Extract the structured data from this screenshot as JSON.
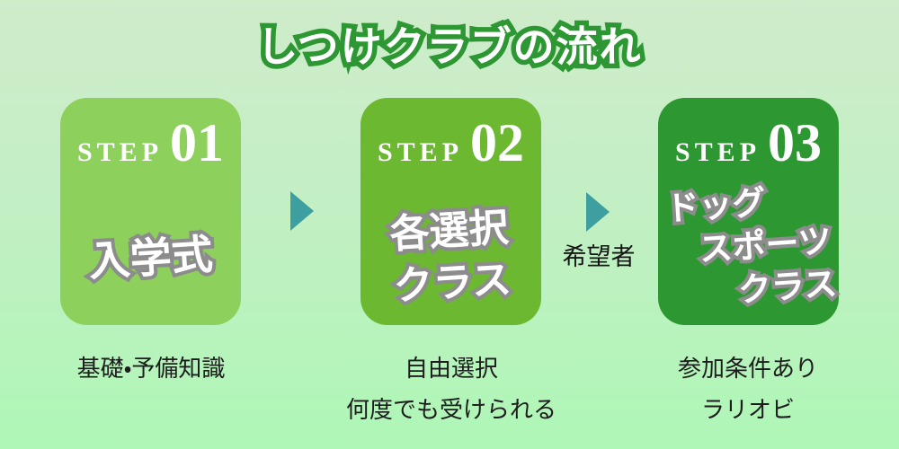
{
  "title": {
    "text": "しつけクラブの流れ"
  },
  "colors": {
    "background_top": "#cfeccb",
    "background_bottom": "#aef7b6",
    "title_green": "#2d9733",
    "card1": "#8ed05c",
    "card2": "#6cb831",
    "card3": "#2d9732",
    "arrow_teal": "#3d9f9f",
    "pop_outline_gray": "#8c8c8c",
    "caption_text": "#1d1d1d",
    "card_text": "#ffffff"
  },
  "steps": [
    {
      "label": "STEP",
      "number": "01",
      "title_lines": [
        "入学式"
      ],
      "captions": [
        "基礎・予備知識"
      ]
    },
    {
      "label": "STEP",
      "number": "02",
      "title_lines": [
        "各選択",
        "クラス"
      ],
      "captions": [
        "自由選択",
        "何度でも受けられる"
      ]
    },
    {
      "label": "STEP",
      "number": "03",
      "title_lines": [
        "ドッグ",
        "スポーツ",
        "クラス"
      ],
      "captions": [
        "参加条件あり",
        "ラリオビ"
      ]
    }
  ],
  "connectors": [
    {
      "label": ""
    },
    {
      "label": "希望者"
    }
  ]
}
